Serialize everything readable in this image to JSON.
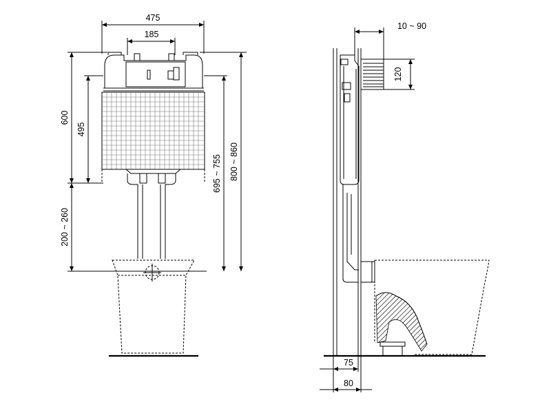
{
  "front_view": {
    "dimensions": {
      "width_total": "475",
      "width_inner": "185",
      "height_600": "600",
      "height_495": "495",
      "leg_range": "200 ~ 260",
      "height_695_755": "695 ~ 755",
      "height_800_860": "800 ~ 860"
    }
  },
  "side_view": {
    "dimensions": {
      "offset_range": "10 ~ 90",
      "button_height": "120",
      "depth_75": "75",
      "depth_80": "80"
    }
  }
}
